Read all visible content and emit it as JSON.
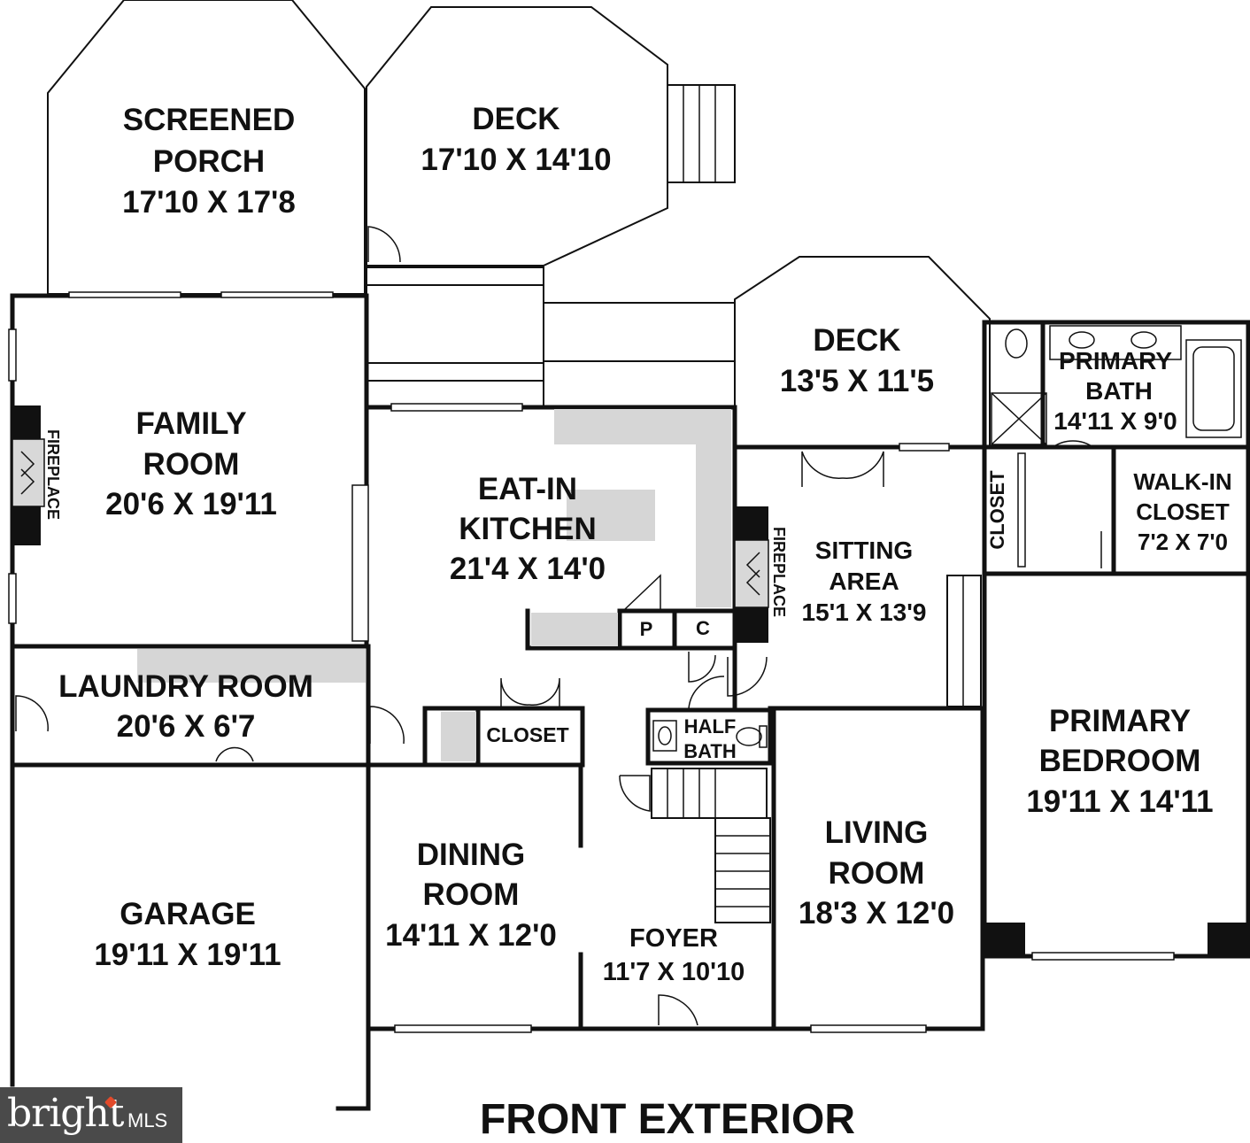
{
  "rooms": {
    "screened_porch": [
      "SCREENED",
      "PORCH",
      "17'10 X 17'8"
    ],
    "deck_upper": [
      "DECK",
      "17'10 X 14'10"
    ],
    "deck_lower": [
      "DECK",
      "13'5 X 11'5"
    ],
    "family_room": [
      "FAMILY",
      "ROOM",
      "20'6 X 19'11"
    ],
    "kitchen": [
      "EAT-IN",
      "KITCHEN",
      "21'4 X 14'0"
    ],
    "sitting_area": [
      "SITTING",
      "AREA",
      "15'1 X 13'9"
    ],
    "primary_bath": [
      "PRIMARY",
      "BATH",
      "14'11 X 9'0"
    ],
    "walk_in_closet": [
      "WALK-IN",
      "CLOSET",
      "7'2 X 7'0"
    ],
    "laundry_room": [
      "LAUNDRY ROOM",
      "20'6 X 6'7"
    ],
    "primary_bedroom": [
      "PRIMARY",
      "BEDROOM",
      "19'11 X 14'11"
    ],
    "living_room": [
      "LIVING",
      "ROOM",
      "18'3 X 12'0"
    ],
    "dining_room": [
      "DINING",
      "ROOM",
      "14'11 X 12'0"
    ],
    "foyer": [
      "FOYER",
      "11'7 X 10'10"
    ],
    "garage": [
      "GARAGE",
      "19'11 X 19'11"
    ],
    "half_bath": [
      "HALF",
      "BATH"
    ]
  },
  "small_labels": {
    "fireplace_family": "FIREPLACE",
    "fireplace_sitting": "FIREPLACE",
    "pantry": "P",
    "coat_closet": "C",
    "closet_hall": "CLOSET",
    "closet_bedroom": "CLOSET"
  },
  "footer": {
    "front_exterior": "FRONT EXTERIOR"
  },
  "watermark": {
    "brand": "bright",
    "mls": "MLS"
  }
}
